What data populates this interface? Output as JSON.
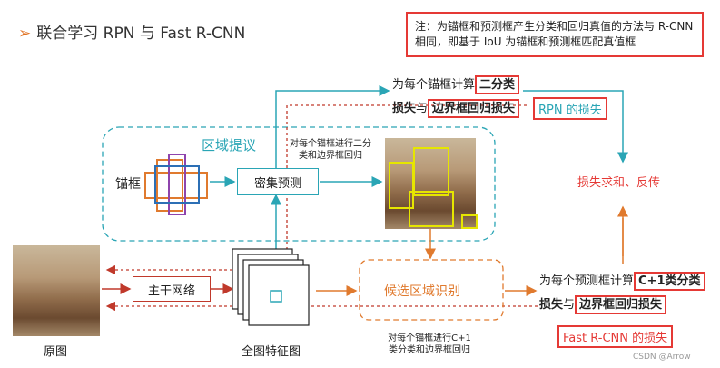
{
  "title": {
    "chevron": "➢",
    "text": "联合学习 RPN 与 Fast R-CNN"
  },
  "note": {
    "text": "注：为锚框和预测框产生分类和回归真值的方法与 R-CNN 相同，即基于 IoU 为锚框和预测框匹配真值框"
  },
  "rpn": {
    "region_label": "区域提议",
    "anchor_label": "锚框",
    "dense_pred_label": "密集预测",
    "anchor_desc_line1": "对每个锚框进行二分",
    "anchor_desc_line2": "类和边界框回归",
    "cls_prefix": "为每个锚框计算",
    "cls_highlight": "二分类",
    "loss_prefix": "损失",
    "loss_and": "与",
    "loss_highlight": "边界框回归损失",
    "rpn_loss": "RPN 的损失"
  },
  "merge_label": "损失求和、反传",
  "backbone": {
    "original_label": "原图",
    "backbone_label": "主干网络",
    "feature_label": "全图特征图"
  },
  "frcnn": {
    "recog_label": "候选区域识别",
    "recog_desc_line1": "对每个锚框进行C+1",
    "recog_desc_line2": "类分类和边界框回归",
    "cls_prefix": "为每个预测框计算",
    "cls_highlight": "C+1类分类",
    "loss_prefix": "损失",
    "loss_and": "与",
    "loss_highlight": "边界框回归损失",
    "frcnn_loss": "Fast R-CNN 的损失"
  },
  "watermark": "CSDN @Arrow",
  "colors": {
    "teal": "#2aa5b5",
    "orange": "#e07a2e",
    "red": "#e53935",
    "dashed_red": "#c0392b",
    "yellow": "#e6e600"
  }
}
